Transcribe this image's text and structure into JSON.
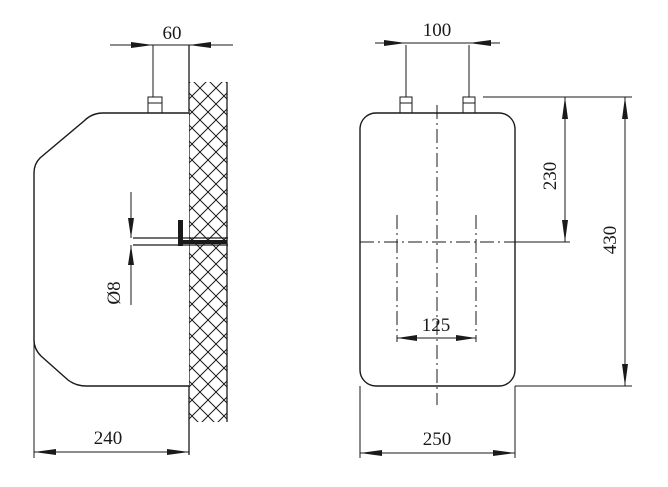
{
  "side_view": {
    "dim_top": "60",
    "dim_bottom": "240",
    "dim_bolt": "Ø8"
  },
  "front_view": {
    "dim_top": "100",
    "dim_middle": "125",
    "dim_bottom": "250",
    "dim_right_inner": "230",
    "dim_right_outer": "430"
  }
}
